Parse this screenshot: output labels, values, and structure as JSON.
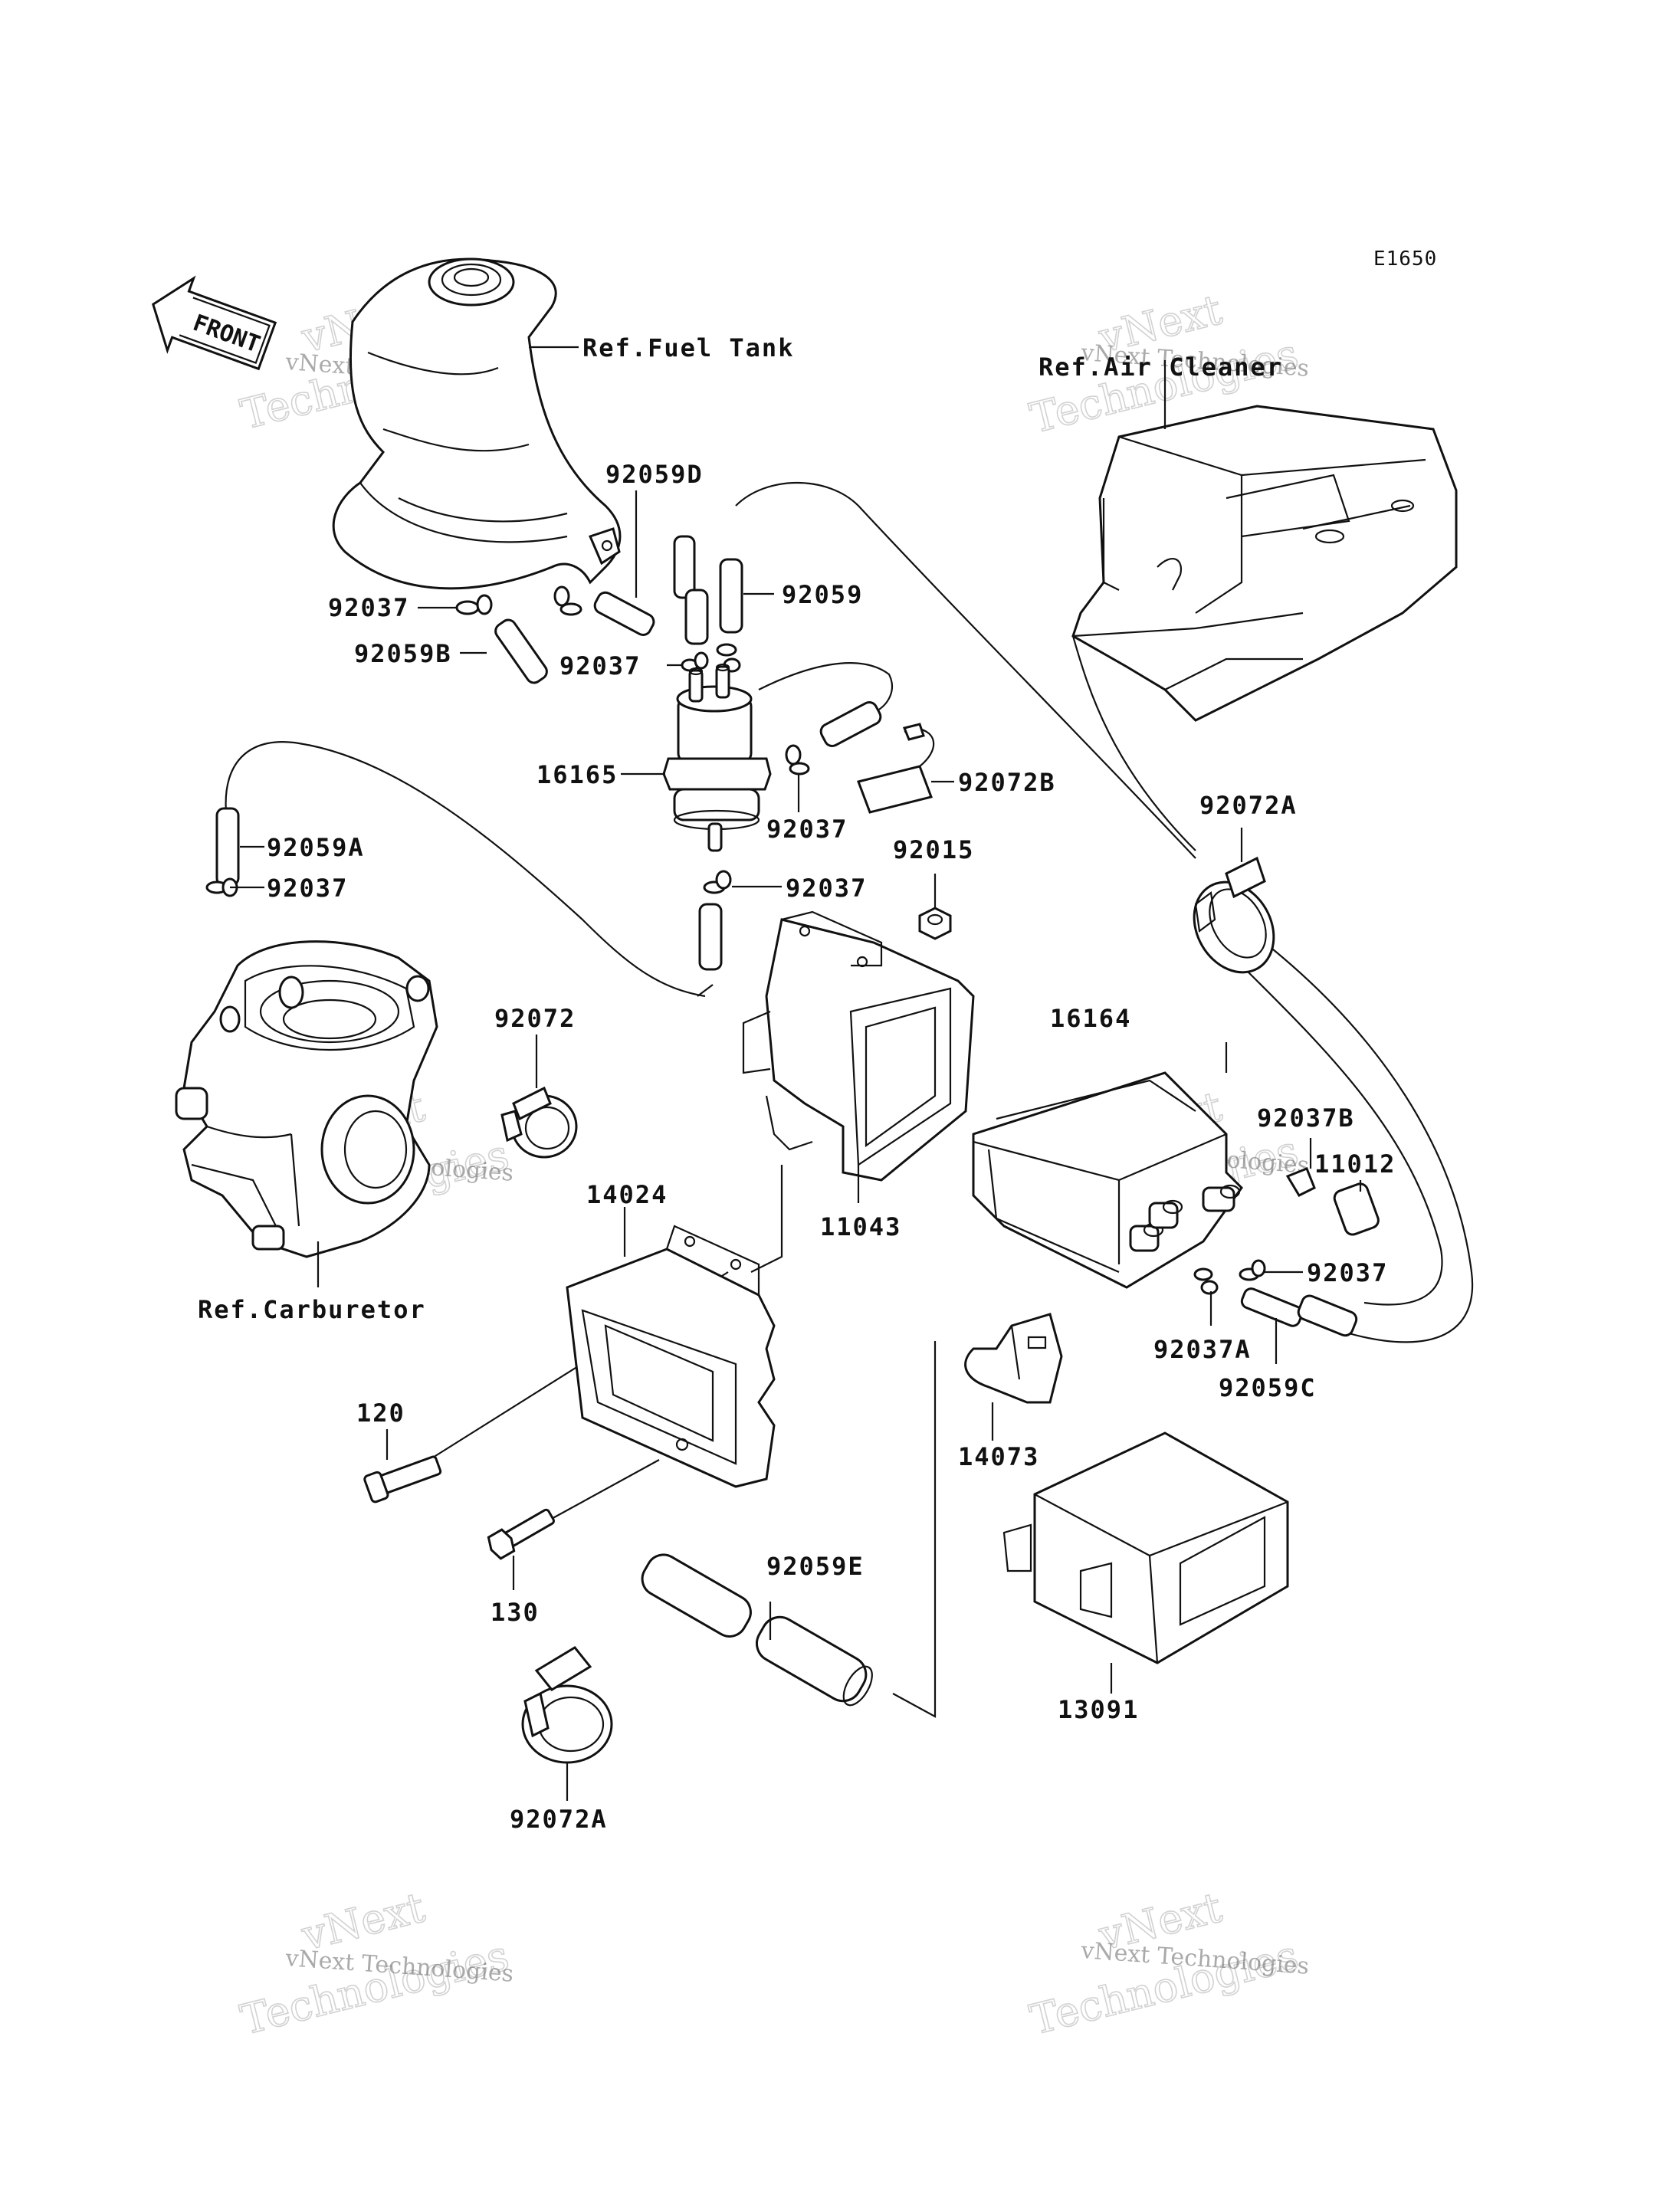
{
  "diagram_code": "E1650",
  "front_arrow_label": "FRONT",
  "watermark": {
    "line1": "vNext Technologies",
    "word1": "vNext",
    "word2": "Technologies"
  },
  "references": {
    "fuel_tank": "Ref.Fuel Tank",
    "air_cleaner": "Ref.Air Cleaner",
    "carburetor": "Ref.Carburetor"
  },
  "parts": {
    "p92059D": "92059D",
    "p92059": "92059",
    "p92037_a": "92037",
    "p92059B": "92059B",
    "p92037_b": "92037",
    "p16165": "16165",
    "p92072B": "92072B",
    "p92037_c": "92037",
    "p92059A": "92059A",
    "p92037_d": "92037",
    "p92037_e": "92037",
    "p92015": "92015",
    "p92072A_top": "92072A",
    "p92072": "92072",
    "p16164": "16164",
    "p92037B": "92037B",
    "p11012": "11012",
    "p11043": "11043",
    "p14024": "14024",
    "p92037_f": "92037",
    "p92037A": "92037A",
    "p92059C": "92059C",
    "p14073": "14073",
    "p120": "120",
    "p130": "130",
    "p92059E": "92059E",
    "p13091": "13091",
    "p92072A_bottom": "92072A"
  }
}
